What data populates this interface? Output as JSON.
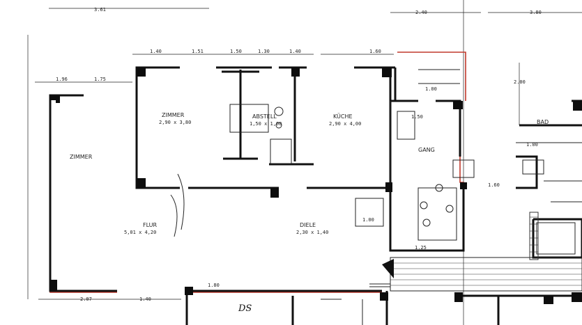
{
  "plan": {
    "room_labels": {
      "kitchen": "KÜCHE",
      "kitchen_size": "2,90 x 4,00",
      "room_upper_left": "ZIMMER",
      "room_upper_left_size": "2,90 x 3,80",
      "wc": "ABSTELL",
      "wc_size": "1,50 x 1,00",
      "hall": "FLUR",
      "hall_size": "5,01 x 4,20",
      "left_room": "ZIMMER",
      "right_room": "DIELE",
      "right_room_size": "2,30 x 1,40",
      "bath": "BAD",
      "stairs_label": "GANG"
    },
    "annotations": {
      "ds": "DS"
    },
    "dimensions": {
      "top_a": "3.61",
      "top_b": "2.40",
      "top_c": "3.80",
      "d1": "1.40",
      "d2": "1.51",
      "d3": "1.50",
      "d4": "1.30",
      "d5": "1.40",
      "d6": "1.60",
      "d7": "1.75",
      "d8": "1.80",
      "d9": "1.96",
      "d10": "2.07",
      "d11": "1.40",
      "d12": "1.00",
      "d13": "1.50",
      "d14": "2.00",
      "d15": "1.00",
      "d16": "1.60",
      "d17": "1.25",
      "d18": "1.00"
    }
  }
}
